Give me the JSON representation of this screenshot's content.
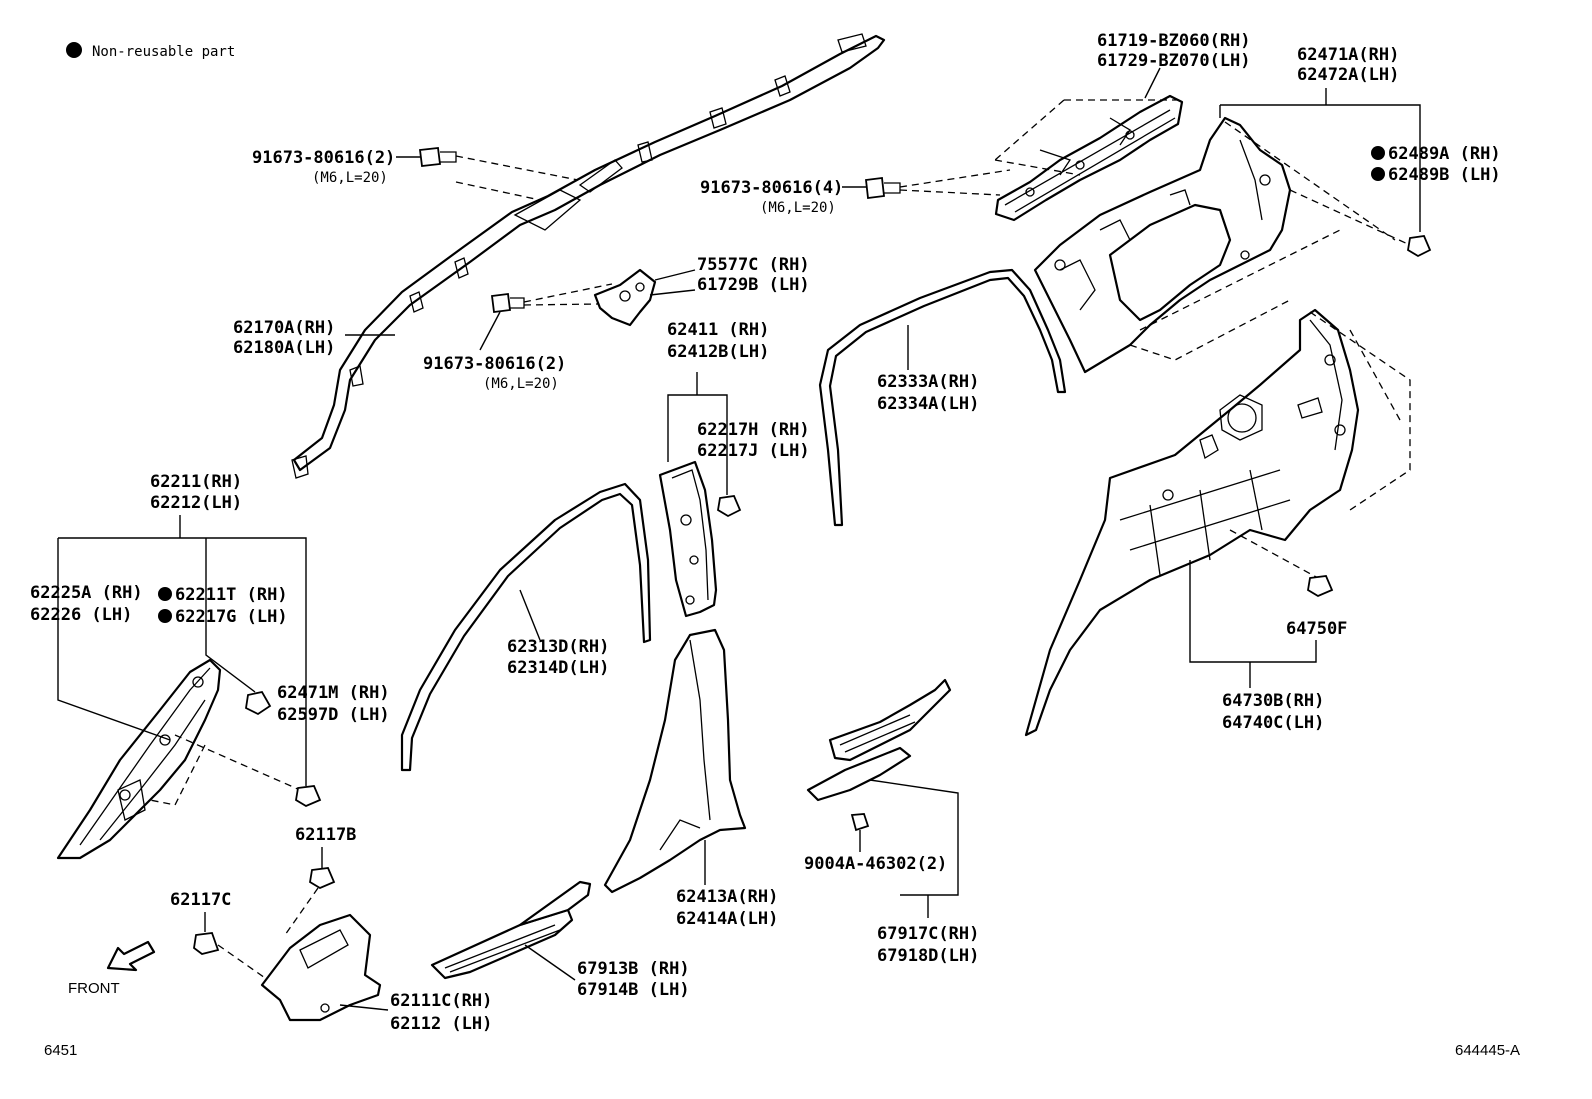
{
  "legend": {
    "text": "Non-reusable part"
  },
  "front_label": "FRONT",
  "footer": {
    "left": "6451",
    "right": "644445-A"
  },
  "labels": {
    "bolt_top_left": {
      "line1": "91673-80616(2)",
      "line2": "(M6,L=20)"
    },
    "bolt_top_center": {
      "line1": "91673-80616(4)",
      "line2": "(M6,L=20)"
    },
    "bolt_mid": {
      "line1": "91673-80616(2)",
      "line2": "(M6,L=20)"
    },
    "curtain_airbag": {
      "line1": "62170A(RH)",
      "line2": "62180A(LH)"
    },
    "bracket_75577": {
      "line1": "75577C (RH)",
      "line2": "61729B (LH)"
    },
    "bracket_61719": {
      "line1": "61719-BZ060(RH)",
      "line2": "61729-BZ070(LH)"
    },
    "quarter_upper": {
      "line1": "62471A(RH)",
      "line2": "62472A(LH)"
    },
    "clip_62489": {
      "line1": "62489A (RH)",
      "line2": "62489B (LH)"
    },
    "weatherstrip_rear": {
      "line1": "62333A(RH)",
      "line2": "62334A(LH)"
    },
    "center_pillar_upper": {
      "line1": "62411  (RH)",
      "line2": "62412B(LH)"
    },
    "clip_62217": {
      "line1": "62217H (RH)",
      "line2": "62217J (LH)"
    },
    "front_pillar": {
      "line1": "62211(RH)",
      "line2": "62212(LH)"
    },
    "clip_62225": {
      "line1": "62225A (RH)",
      "line2": "62226  (LH)"
    },
    "clip_62211T": {
      "line1": "62211T (RH)",
      "line2": "62217G (LH)"
    },
    "clip_62471M": {
      "line1": "62471M (RH)",
      "line2": "62597D (LH)"
    },
    "weatherstrip_front": {
      "line1": "62313D(RH)",
      "line2": "62314D(LH)"
    },
    "clip_62117B": {
      "line1": "62117B"
    },
    "clip_62117C": {
      "line1": "62117C"
    },
    "cowl_side": {
      "line1": "62111C(RH)",
      "line2": "62112  (LH)"
    },
    "scuff_front": {
      "line1": "67913B (RH)",
      "line2": "67914B (LH)"
    },
    "center_pillar_lower": {
      "line1": "62413A(RH)",
      "line2": "62414A(LH)"
    },
    "screw_9004A": {
      "line1": "9004A-46302(2)"
    },
    "scuff_rear": {
      "line1": "67917C(RH)",
      "line2": "67918D(LH)"
    },
    "clip_64750F": {
      "line1": "64750F"
    },
    "quarter_lower": {
      "line1": "64730B(RH)",
      "line2": "64740C(LH)"
    }
  }
}
